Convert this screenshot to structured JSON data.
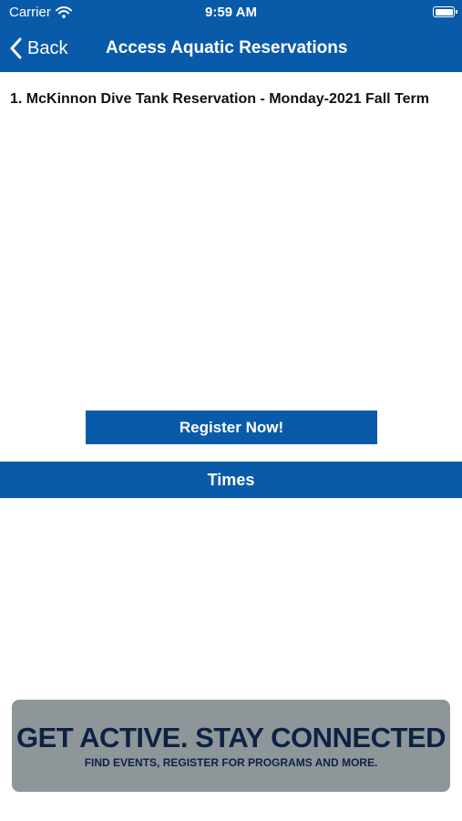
{
  "status_bar": {
    "carrier": "Carrier",
    "time": "9:59 AM"
  },
  "nav": {
    "back_label": "Back",
    "title": "Access Aquatic Reservations"
  },
  "reservation": {
    "title": "1.  McKinnon Dive Tank Reservation - Monday-2021 Fall Term"
  },
  "actions": {
    "register_label": "Register Now!",
    "times_label": "Times"
  },
  "promo": {
    "headline": "GET ACTIVE.  STAY CONNECTED",
    "subline": "FIND EVENTS, REGISTER FOR PROGRAMS AND MORE."
  },
  "colors": {
    "primary_blue": "#0a5aaa",
    "promo_gray": "#8e969a",
    "promo_text": "#0d2244"
  },
  "icons": [
    "wifi-icon",
    "battery-icon",
    "chevron-left-icon"
  ]
}
